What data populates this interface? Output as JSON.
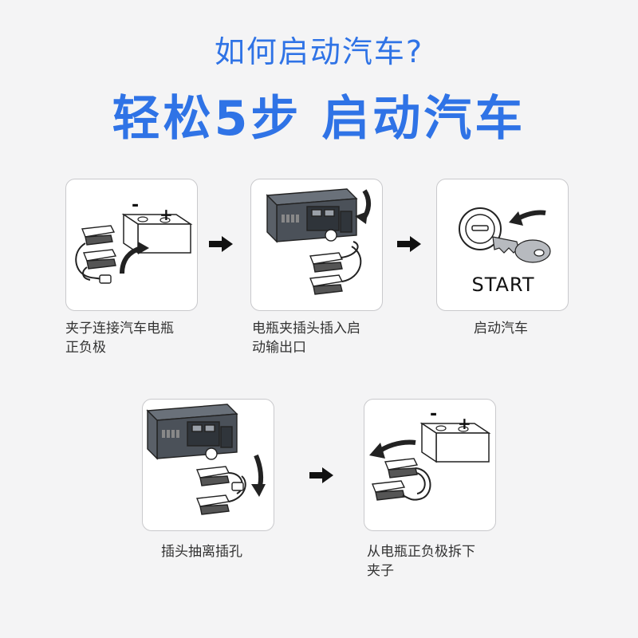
{
  "header": {
    "subtitle": "如何启动汽车?",
    "title": "轻松5步 启动汽车"
  },
  "steps": [
    {
      "caption_line1": "夹子连接汽车电瓶",
      "caption_line2": "正负极"
    },
    {
      "caption_line1": "电瓶夹插头插入启",
      "caption_line2": "动输出口"
    },
    {
      "caption_line1": "启动汽车",
      "caption_line2": "",
      "label": "START"
    },
    {
      "caption_line1": "插头抽离插孔",
      "caption_line2": ""
    },
    {
      "caption_line1": "从电瓶正负极拆下",
      "caption_line2": "夹子"
    }
  ],
  "battery": {
    "minus": "-",
    "plus": "+"
  },
  "colors": {
    "accent": "#2f73e6",
    "text": "#333333",
    "card_border": "#c9c9cc"
  }
}
